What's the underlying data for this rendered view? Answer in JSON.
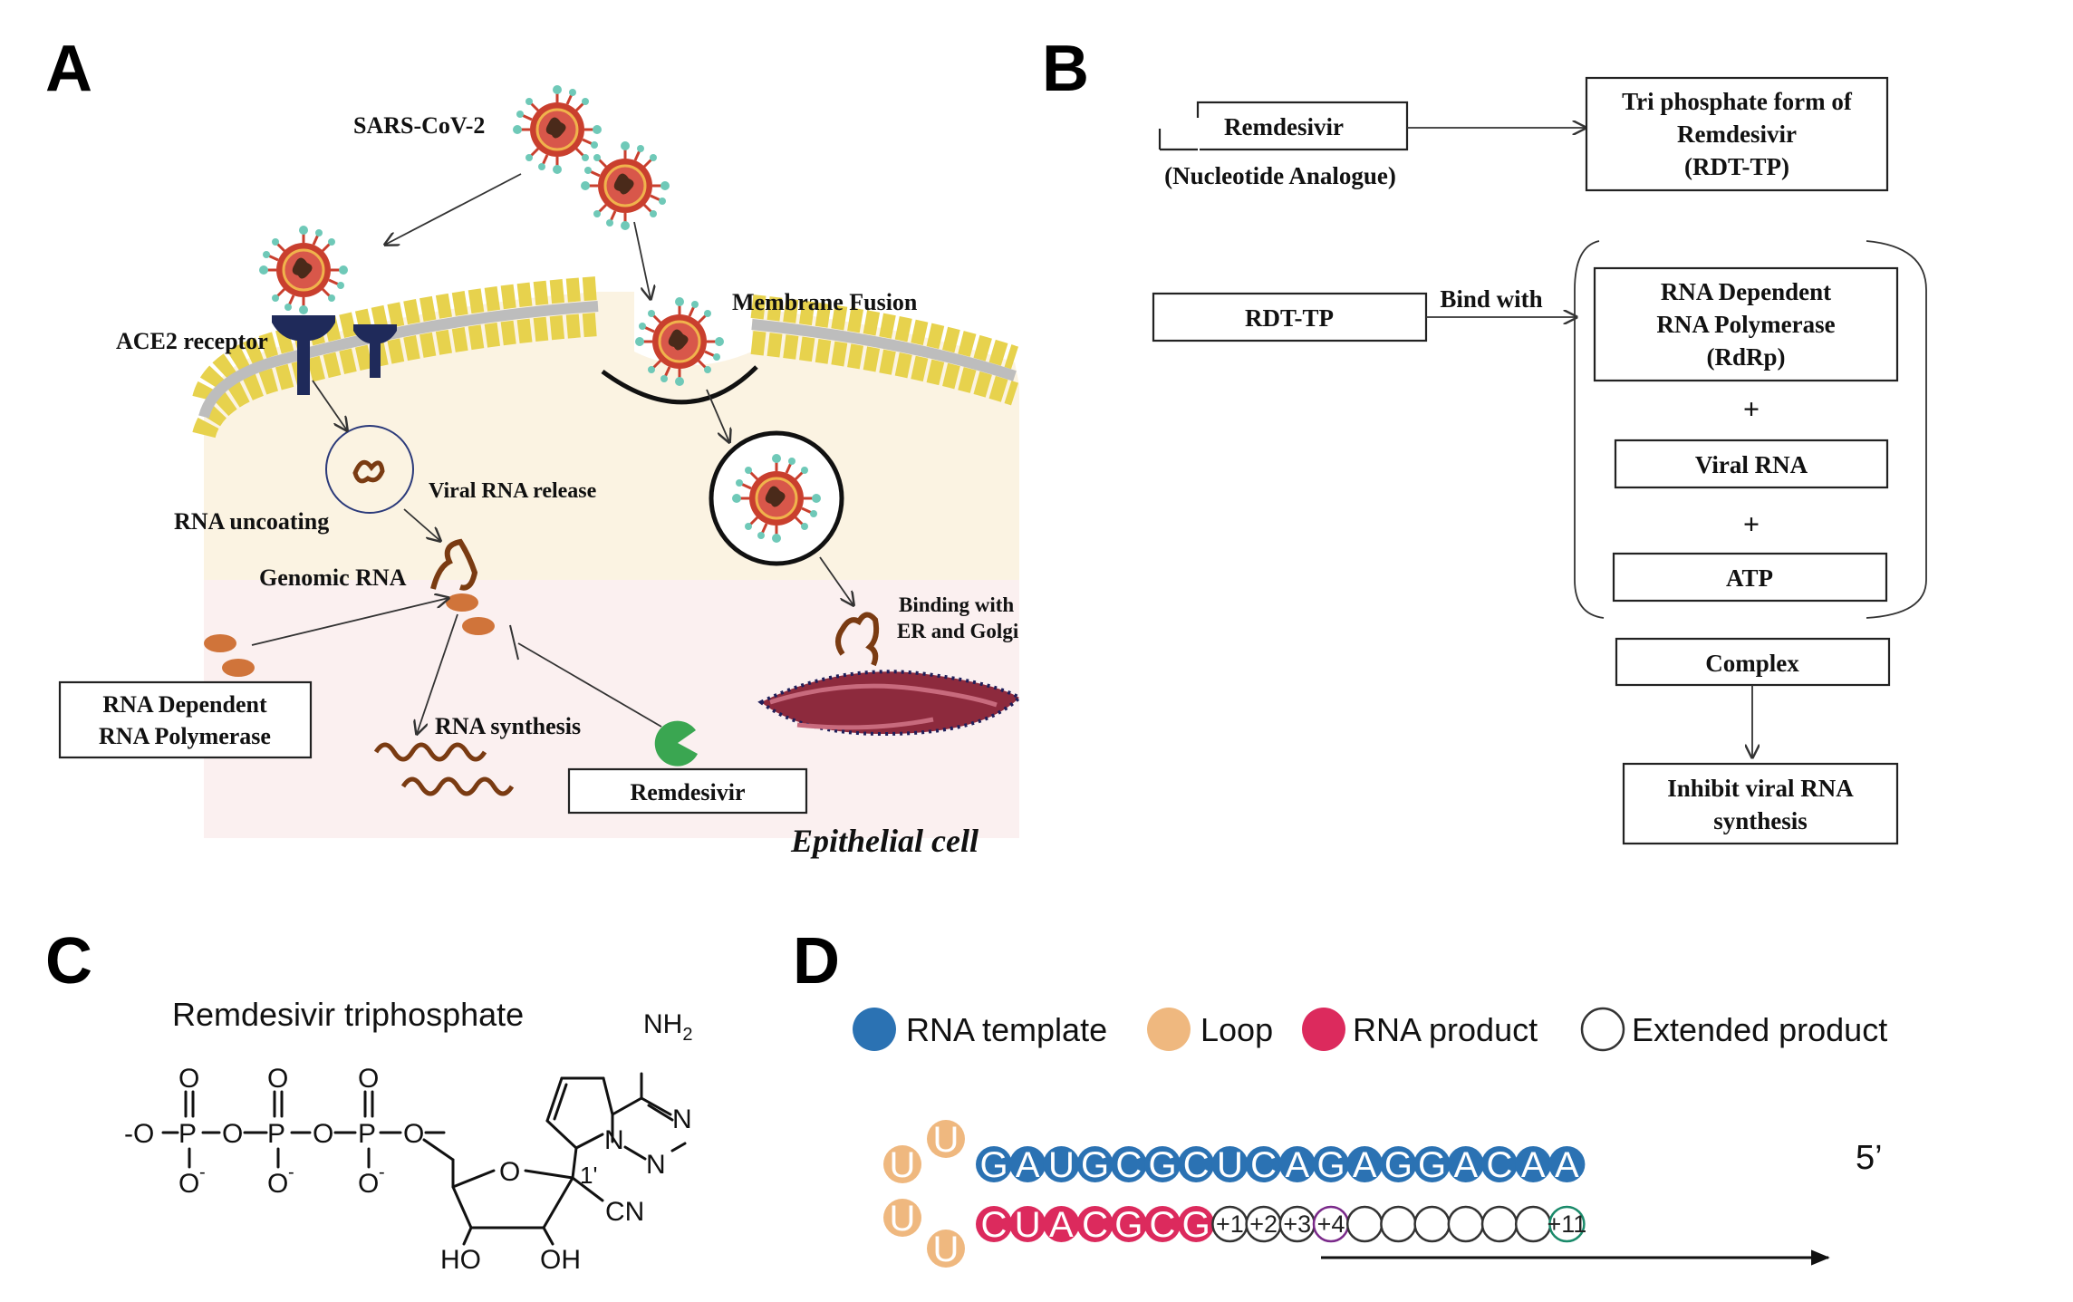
{
  "panels": {
    "a": "A",
    "b": "B",
    "c": "C",
    "d": "D"
  },
  "panel_a": {
    "virus_label": "SARS-CoV-2",
    "ace2_label": "ACE2 receptor",
    "membrane_fusion": "Membrane Fusion",
    "viral_rna_release": "Viral RNA release",
    "rna_uncoating": "RNA uncoating",
    "genomic_rna": "Genomic RNA",
    "binding_line1": "Binding with",
    "binding_line2": "ER and Golgi",
    "rdrp_line1": "RNA Dependent",
    "rdrp_line2": "RNA Polymerase",
    "rna_synthesis": "RNA synthesis",
    "remdesivir": "Remdesivir",
    "cell_label": "Epithelial cell"
  },
  "panel_b": {
    "remdesivir": "Remdesivir",
    "nucleotide": "(Nucleotide Analogue)",
    "tp_line1": "Tri phosphate form of",
    "tp_line2": "Remdesivir",
    "tp_line3": "(RDT-TP)",
    "rdt_tp": "RDT-TP",
    "bind_with": "Bind with",
    "rdrp_line1": "RNA Dependent",
    "rdrp_line2": "RNA Polymerase",
    "rdrp_line3": "(RdRp)",
    "plus": "+",
    "viral_rna": "Viral RNA",
    "atp": "ATP",
    "complex": "Complex",
    "inhibit_line1": "Inhibit viral RNA",
    "inhibit_line2": "synthesis"
  },
  "panel_c": {
    "title": "Remdesivir triphosphate",
    "nh2": "NH",
    "nh2_sub": "2",
    "o": "O",
    "neg_o": "-O",
    "o_minus": "O",
    "minus": "-",
    "p": "P",
    "n": "N",
    "one_prime": "1'",
    "cn": "CN",
    "ho": "HO",
    "oh": "OH"
  },
  "panel_d": {
    "legend": {
      "template": "RNA template",
      "loop": "Loop",
      "product": "RNA product",
      "extended": "Extended product"
    },
    "template_seq": [
      "G",
      "A",
      "U",
      "G",
      "C",
      "G",
      "C",
      "U",
      "C",
      "A",
      "G",
      "A",
      "G",
      "G",
      "A",
      "C",
      "A",
      "A"
    ],
    "product_seq": [
      "C",
      "U",
      "A",
      "C",
      "G",
      "C",
      "G"
    ],
    "loop_top": [
      "U",
      "U"
    ],
    "loop_bottom": [
      "U",
      "U"
    ],
    "extended_labels": [
      "+1",
      "+2",
      "+3",
      "+4",
      "",
      "",
      "",
      "",
      "",
      "",
      "+11"
    ],
    "five_prime": "5’",
    "colors": {
      "template": "#2b72b3",
      "loop": "#efb87f",
      "product": "#dc2a5d",
      "plus4_ring": "#7a2a8a",
      "plus11_ring": "#1a8a6a"
    }
  }
}
